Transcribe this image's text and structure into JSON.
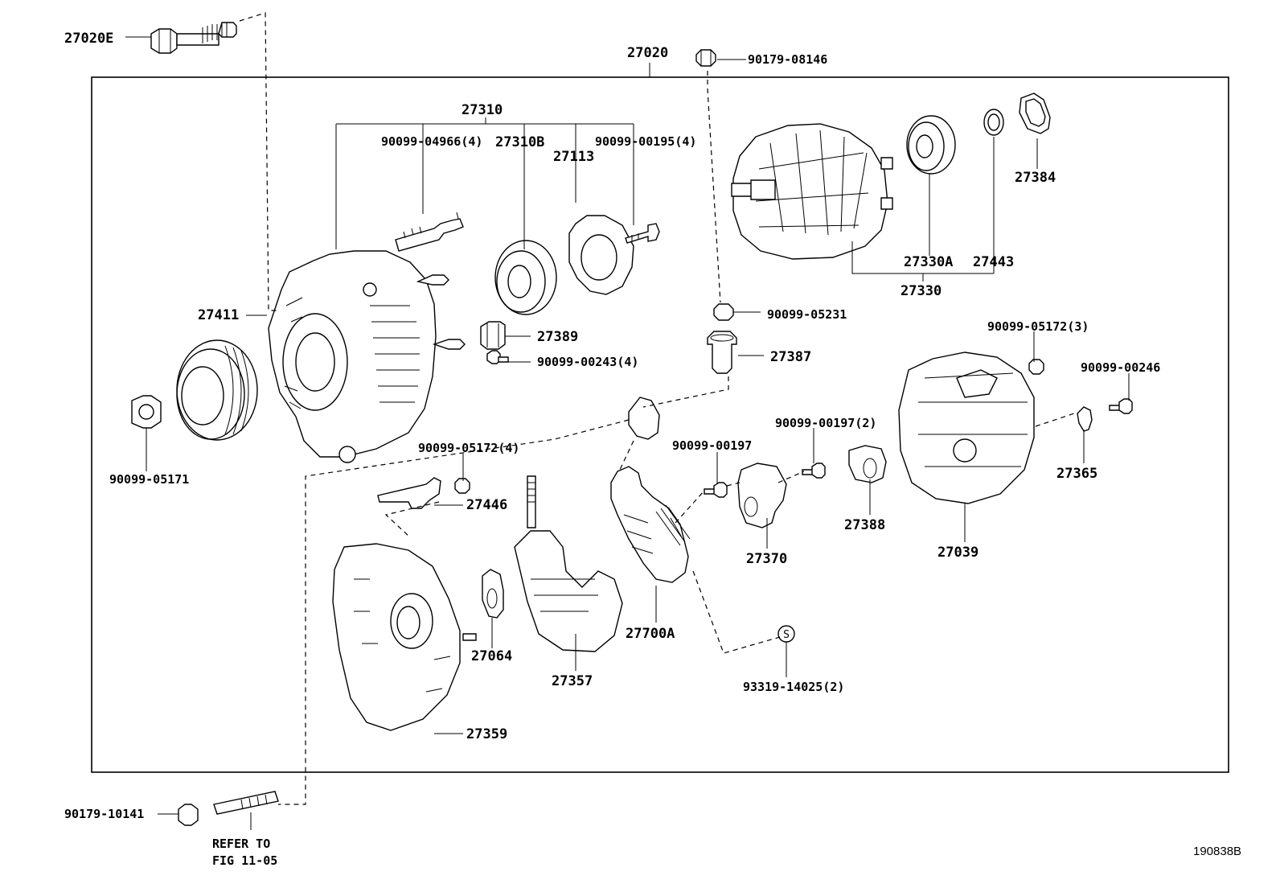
{
  "figure_code": "190838B",
  "refer_note": [
    "REFER TO",
    "FIG 11-05"
  ],
  "labels": {
    "p27020E": "27020E",
    "p27020": "27020",
    "p90179_08146": "90179-08146",
    "p27310": "27310",
    "p90099_04966": "90099-04966(4)",
    "p27310B": "27310B",
    "p27113": "27113",
    "p90099_00195": "90099-00195(4)",
    "p27384": "27384",
    "p27330A": "27330A",
    "p27443": "27443",
    "p27330": "27330",
    "p27411": "27411",
    "p90099_05231": "90099-05231",
    "p27389": "27389",
    "p90099_05172_3": "90099-05172(3)",
    "p27387": "27387",
    "p90099_00243": "90099-00243(4)",
    "p90099_00246": "90099-00246",
    "p90099_00197_2": "90099-00197(2)",
    "p90099_05172_4": "90099-05172(4)",
    "p90099_00197": "90099-00197",
    "p90099_05171": "90099-05171",
    "p27365": "27365",
    "p27446": "27446",
    "p27388": "27388",
    "p27039": "27039",
    "p27370": "27370",
    "p27700A": "27700A",
    "p27064": "27064",
    "p27357": "27357",
    "p93319_14025": "93319-14025(2)",
    "p27359": "27359",
    "p90179_10141": "90179-10141",
    "s_marker": "S"
  }
}
